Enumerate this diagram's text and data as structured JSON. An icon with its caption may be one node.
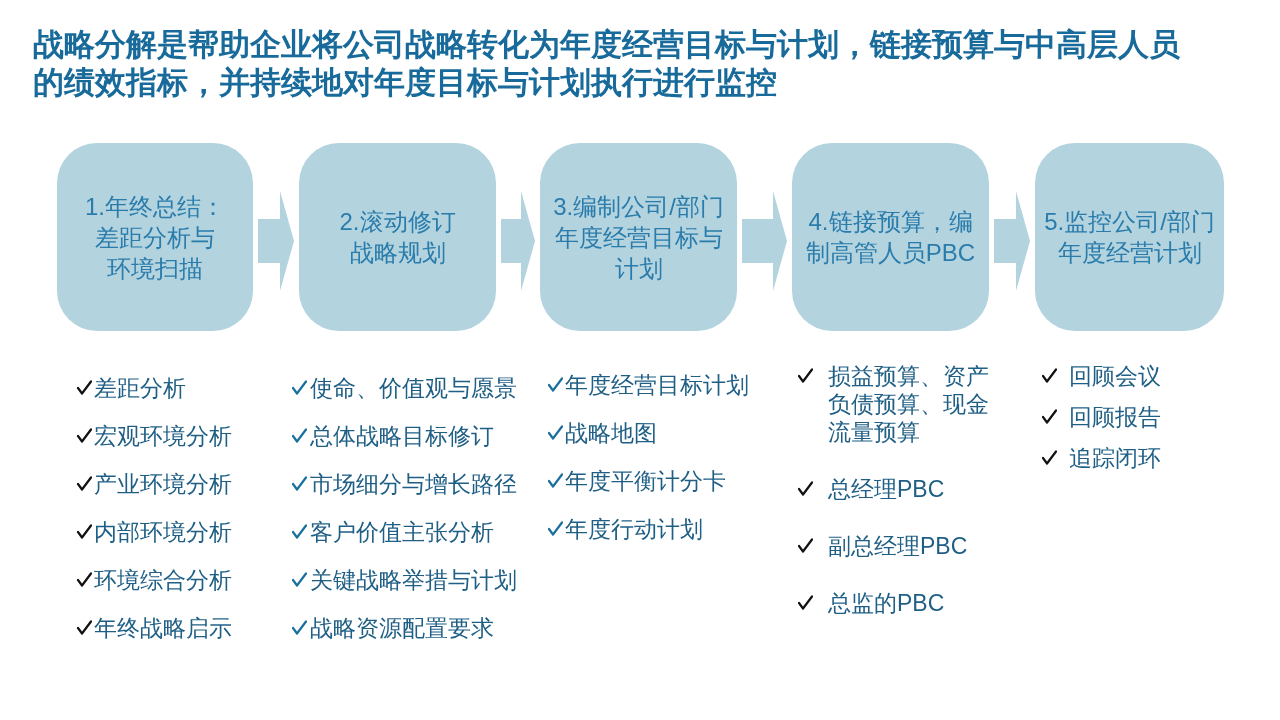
{
  "diagram": {
    "title": "战略分解是帮助企业将公司战略转化为年度经营目标与计划，链接预算与中高层人员的绩效指标，并持续地对年度目标与计划执行进行监控",
    "nodes": [
      {
        "text": [
          "1.年终总结：差距分析与环境扫描"
        ],
        "beside": [
          "差距分析",
          "宏观环境分析",
          "产业环境分析",
          "内部环境分析",
          "环境综合分析",
          "年终战略启示"
        ]
      },
      {
        "text": [
          "2.滚动修订战略规划"
        ],
        "beside": [
          "使命、价值观与愿景",
          "总体战略目标修订",
          "市场细分与增长路径",
          "客户价值主张分析",
          "关键战略举措与计划",
          "战略资源配置要求"
        ]
      },
      {
        "text": [
          "3.编制公司/部门年度经营目标与计划"
        ],
        "beside": [
          "年度经营目标计划",
          "战略地图",
          "年度平衡计分卡",
          "年度行动计划"
        ]
      },
      {
        "text": [
          "4.链接预算，编制高管人员PBC"
        ],
        "beside": [
          "损益预算、资产负债预算、现金流量预算",
          "总经理PBC",
          "副总经理PBC",
          "总监的PBC"
        ]
      },
      {
        "text": [
          "5.监控公司/部门年度经营计划"
        ],
        "beside": [
          "回顾会议",
          "回顾报告",
          "追踪闭环"
        ]
      }
    ],
    "edges": [
      {
        "from": 0,
        "to": 1,
        "arrow": "to"
      },
      {
        "from": 1,
        "to": 2,
        "arrow": "to"
      },
      {
        "from": 2,
        "to": 3,
        "arrow": "to"
      },
      {
        "from": 3,
        "to": 4,
        "arrow": "to"
      }
    ]
  }
}
